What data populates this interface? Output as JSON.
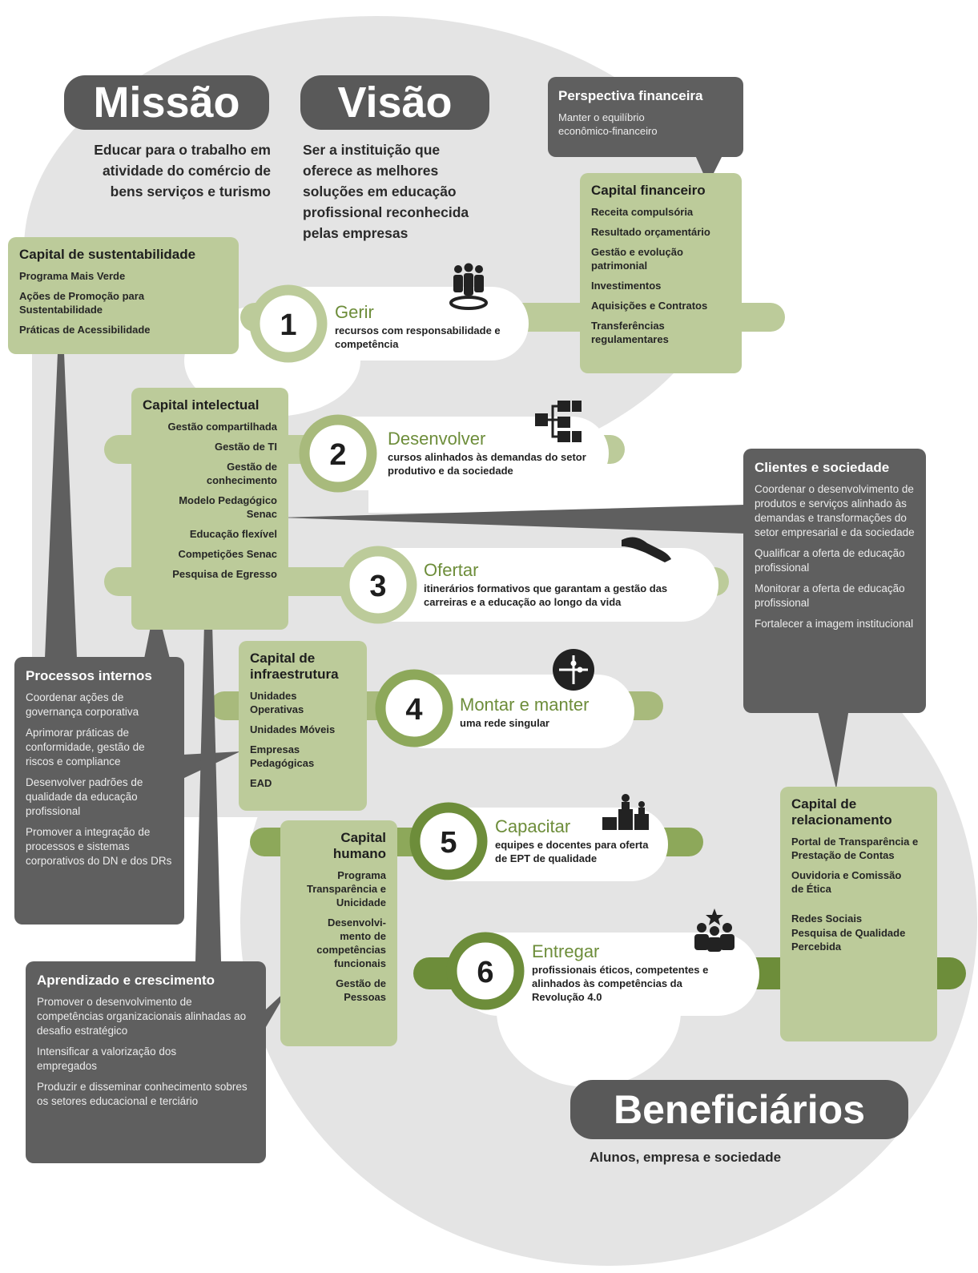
{
  "colors": {
    "green_light": "#bccb9a",
    "green_dark": "#6d8d3a",
    "gray_dark": "#595959",
    "gray_bg": "#e4e4e4"
  },
  "mission": {
    "title": "Missão",
    "text": [
      "Educar para o trabalho em",
      "atividade do comércio de",
      "bens serviços e turismo"
    ]
  },
  "vision": {
    "title": "Visão",
    "text": [
      "Ser a instituição que",
      "oferece as melhores",
      "soluções em educação",
      "profissional reconhecida",
      "pelas empresas"
    ]
  },
  "beneficiaries": {
    "title": "Beneficiários",
    "text": "Alunos, empresa e sociedade"
  },
  "perspectives": {
    "financial": {
      "title": "Perspectiva financeira",
      "items": [
        "Manter o equilíbrio econômico-financeiro"
      ]
    },
    "clients": {
      "title": "Clientes e sociedade",
      "items": [
        "Coordenar o desenvolvimento de produtos e serviços alinhado às demandas e transformações do setor empresarial e da sociedade",
        "Qualificar a oferta de educação profissional",
        "Monitorar a oferta de educação profissional",
        "Fortalecer a imagem institucional"
      ]
    },
    "internal": {
      "title": "Processos internos",
      "items": [
        "Coordenar ações de governança corporativa",
        "Aprimorar práticas de conformidade, gestão de riscos e compliance",
        "Desenvolver padrões de qualidade da educação profissional",
        "Promover a integração de processos e sistemas corporativos do DN e dos DRs"
      ]
    },
    "learning": {
      "title": "Aprendizado e crescimento",
      "items": [
        "Promover o desenvolvimento de competências organizacionais alinhadas ao desafio estratégico",
        "Intensificar a valorização dos empregados",
        "Produzir e disseminar conhecimento sobres os setores educacional e terciário"
      ]
    }
  },
  "capitals": {
    "sustainability": {
      "title": "Capital de sustentabilidade",
      "items": [
        "Programa Mais Verde",
        "Ações de Promoção para Sustentabilidade",
        "Práticas de Acessibilidade"
      ]
    },
    "financial": {
      "title": "Capital financeiro",
      "items": [
        "Receita compulsória",
        "Resultado orçamentário",
        "Gestão e evolução patrimonial",
        "Investimentos",
        "Aquisições e Contratos",
        "Transferências regulamentares"
      ]
    },
    "intellectual": {
      "title": "Capital intelectual",
      "items": [
        "Gestão compartilhada",
        "Gestão de TI",
        "Gestão de conhecimento",
        "Modelo Pedagógico Senac",
        "Educação flexível",
        "Competições Senac",
        "Pesquisa de Egresso"
      ]
    },
    "infrastructure": {
      "title": "Capital de infraestrutura",
      "items": [
        "Unidades Operativas",
        "Unidades Móveis",
        "Empresas Pedagógicas",
        "EAD"
      ]
    },
    "human": {
      "title": "Capital humano",
      "items": [
        "Programa Transparência e Unicidade",
        "Desenvolvi-mento de competências funcionais",
        "Gestão de Pessoas"
      ]
    },
    "relationship": {
      "title": "Capital de relacionamento",
      "items": [
        "Portal de Transparência e Prestação de Contas",
        "Ouvidoria e Comissão de Ética",
        "Redes Sociais",
        "Pesquisa de Qualidade Percebida"
      ]
    }
  },
  "steps": [
    {
      "number": "1",
      "verb": "Gerir",
      "desc": "recursos com responsabilidade e competência",
      "icon": "people-group-icon"
    },
    {
      "number": "2",
      "verb": "Desenvolver",
      "desc": "cursos alinhados às demandas do setor produtivo e da sociedade",
      "icon": "hierarchy-icon"
    },
    {
      "number": "3",
      "verb": "Ofertar",
      "desc": "itinerários formativos que garantam a gestão das carreiras e a educação ao longo da vida",
      "icon": "hand-offer-icon"
    },
    {
      "number": "4",
      "verb": "Montar e manter",
      "desc": "uma rede singular",
      "icon": "puzzle-icon"
    },
    {
      "number": "5",
      "verb": "Capacitar",
      "desc": "equipes e docentes para oferta de EPT de qualidade",
      "icon": "podium-icon"
    },
    {
      "number": "6",
      "verb": "Entregar",
      "desc": "profissionais éticos, competentes e alinhados às competências da Revolução 4.0",
      "icon": "team-star-icon"
    }
  ]
}
